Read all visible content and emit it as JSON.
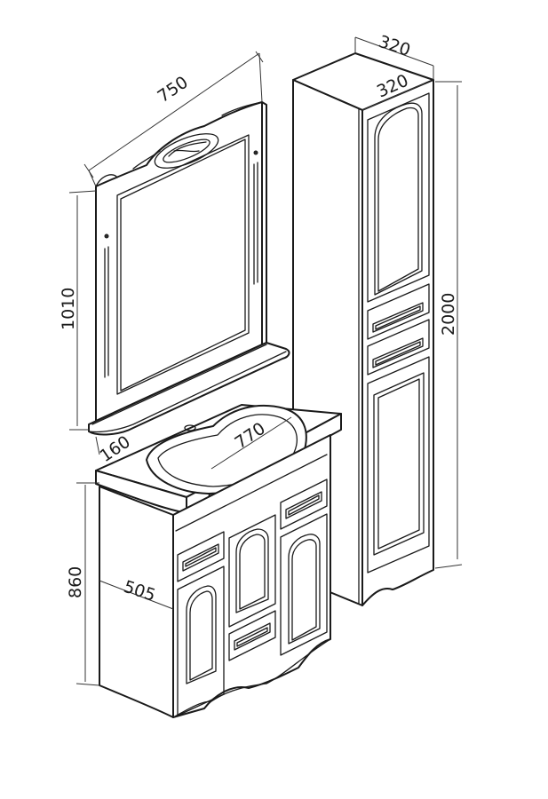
{
  "diagram": {
    "dimensions": {
      "mirror_width": "750",
      "mirror_height": "1010",
      "shelf_depth": "160",
      "sink_width": "770",
      "vanity_height": "860",
      "vanity_depth": "505",
      "column_depth": "320",
      "column_width": "320",
      "column_height": "2000"
    },
    "colors": {
      "line": "#1a1a1a",
      "background": "#ffffff"
    }
  }
}
